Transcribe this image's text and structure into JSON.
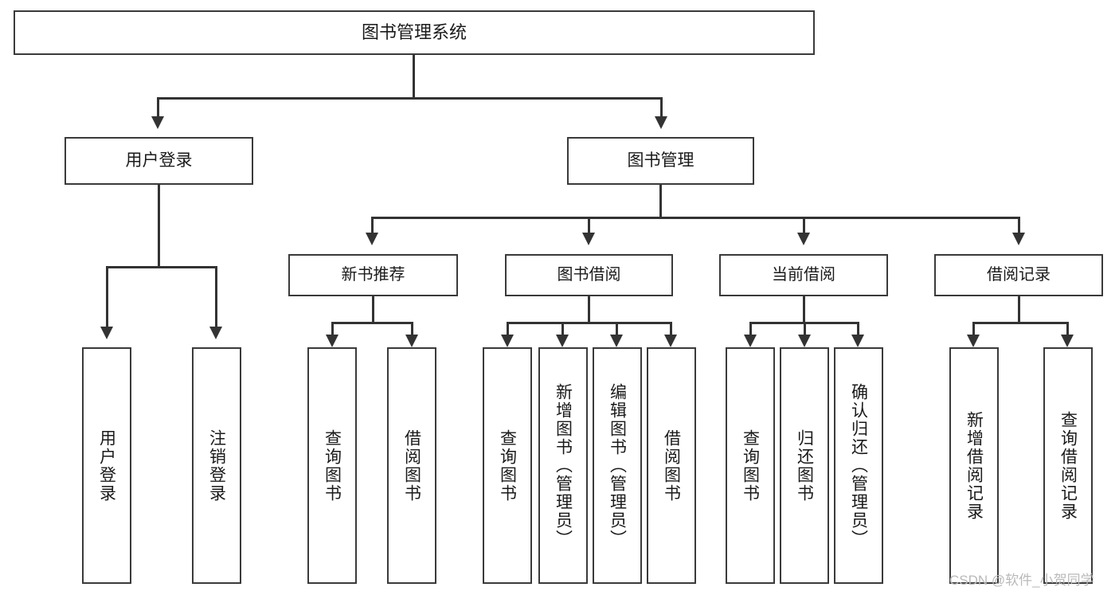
{
  "diagram": {
    "title": "图书管理系统",
    "watermark": "CSDN @软件_小贺同学",
    "colors": {
      "box_border": "#3a3a3a",
      "edge": "#333333",
      "background": "#ffffff",
      "text": "#1a1a1a",
      "watermark": "#b9b9b9"
    },
    "nodes": {
      "root": {
        "label": "图书管理系统"
      },
      "level2": [
        {
          "label": "用户登录"
        },
        {
          "label": "图书管理"
        }
      ],
      "level3": [
        {
          "label": "新书推荐"
        },
        {
          "label": "图书借阅"
        },
        {
          "label": "当前借阅"
        },
        {
          "label": "借阅记录"
        }
      ],
      "leaves": [
        {
          "label": "用户登录"
        },
        {
          "label": "注销登录"
        },
        {
          "label": "查询图书"
        },
        {
          "label": "借阅图书"
        },
        {
          "label": "查询图书"
        },
        {
          "label": "新增图书（管理员）"
        },
        {
          "label": "编辑图书（管理员）"
        },
        {
          "label": "借阅图书"
        },
        {
          "label": "查询图书"
        },
        {
          "label": "归还图书"
        },
        {
          "label": "确认归还（管理员）"
        },
        {
          "label": "新增借阅记录"
        },
        {
          "label": "查询借阅记录"
        }
      ]
    }
  }
}
